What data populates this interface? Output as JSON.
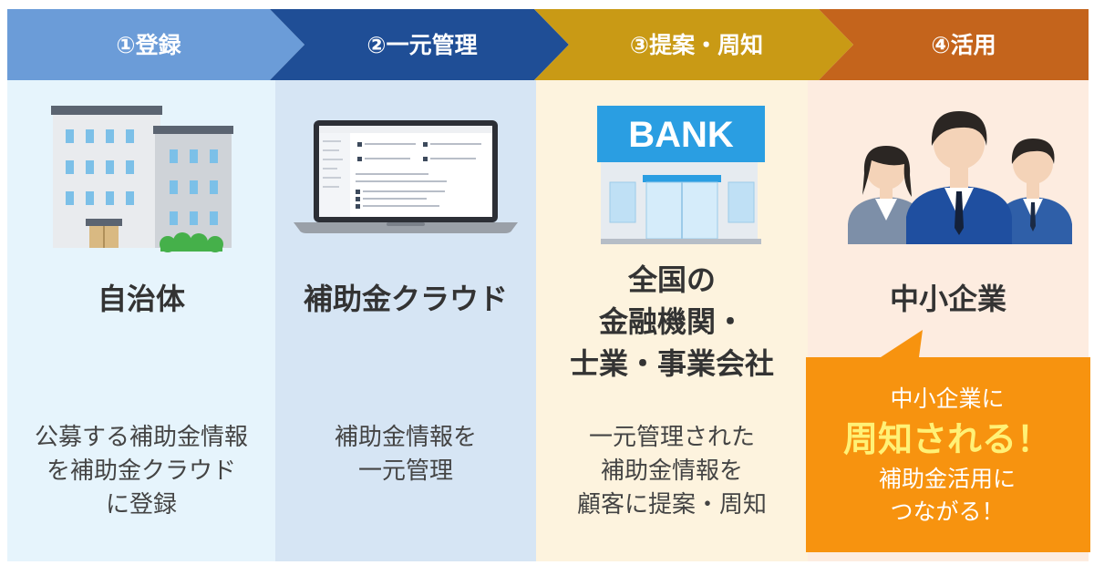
{
  "steps": [
    {
      "label": "①登録",
      "color": "#6b9cd8"
    },
    {
      "label": "②一元管理",
      "color": "#1f4e96"
    },
    {
      "label": "③提案・周知",
      "color": "#c99a15"
    },
    {
      "label": "④活用",
      "color": "#c4641c"
    }
  ],
  "columns": {
    "municipality": {
      "title": "自治体",
      "desc": [
        "公募する補助金情報",
        "を補助金クラウド",
        "に登録"
      ]
    },
    "cloud": {
      "title": "補助金クラウド",
      "desc": [
        "補助金情報を",
        "一元管理"
      ]
    },
    "finance": {
      "title": [
        "全国の",
        "金融機関・",
        "士業・事業会社"
      ],
      "bank_sign": "BANK",
      "desc": [
        "一元管理された",
        "補助金情報を",
        "顧客に提案・周知"
      ]
    },
    "sme": {
      "title": "中小企業",
      "callout": {
        "line1": "中小企業に",
        "emphasis": "周知される！",
        "line2": "補助金活用に",
        "line3": "つながる！"
      }
    }
  },
  "colors": {
    "accent_orange": "#f7930f",
    "emphasis_yellow": "#fff176"
  }
}
